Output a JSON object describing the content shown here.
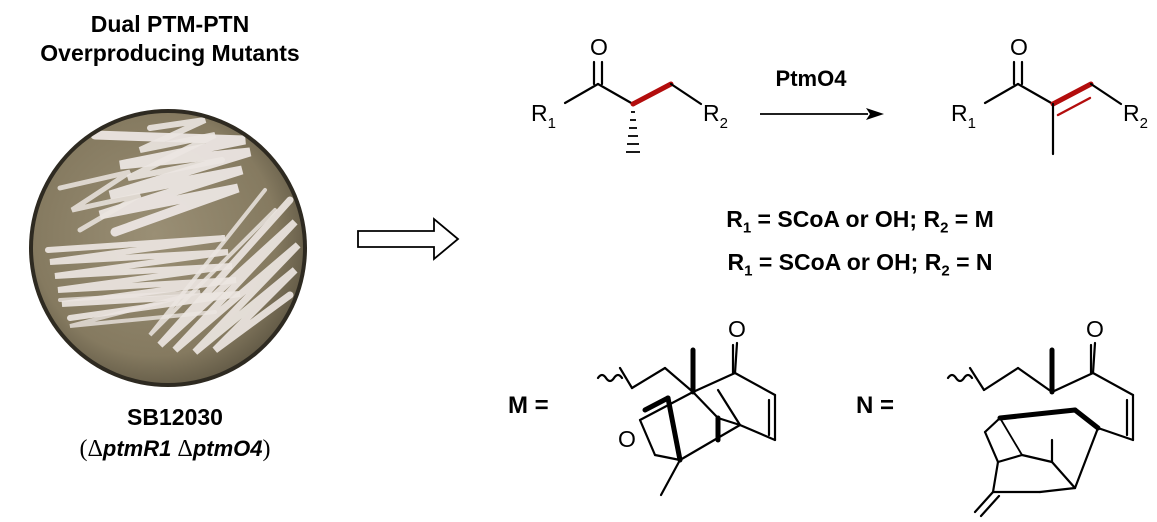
{
  "title": {
    "line1": "Dual PTM-PTN",
    "line2": "Overproducing Mutants"
  },
  "strain": {
    "name": "SB12030",
    "open_paren": "(",
    "delta1": "Δ",
    "gene1": "ptmR1",
    "delta2": " Δ",
    "gene2": "ptmO4",
    "close_paren": ")"
  },
  "reaction": {
    "enzyme": "PtmO4",
    "r1": "R",
    "r1_sub": "1",
    "r2": "R",
    "r2_sub": "2",
    "oxygen": "O"
  },
  "conditions": [
    {
      "r1": "R",
      "r1_sub": "1",
      "text1": " = SCoA or OH; R",
      "r2_sub": "2",
      "text2": " = M"
    },
    {
      "r1": "R",
      "r1_sub": "1",
      "text1": " = SCoA or OH; R",
      "r2_sub": "2",
      "text2": " = N"
    }
  ],
  "structures": {
    "m_label": "M =",
    "n_label": "N =",
    "ketone_o": "O",
    "ether_o": "O"
  },
  "colors": {
    "highlight_bond": "#b30d0d",
    "plate_rim": "#3a3428",
    "plate_agar": "#8a7f66",
    "colony": "#ece6e2"
  }
}
